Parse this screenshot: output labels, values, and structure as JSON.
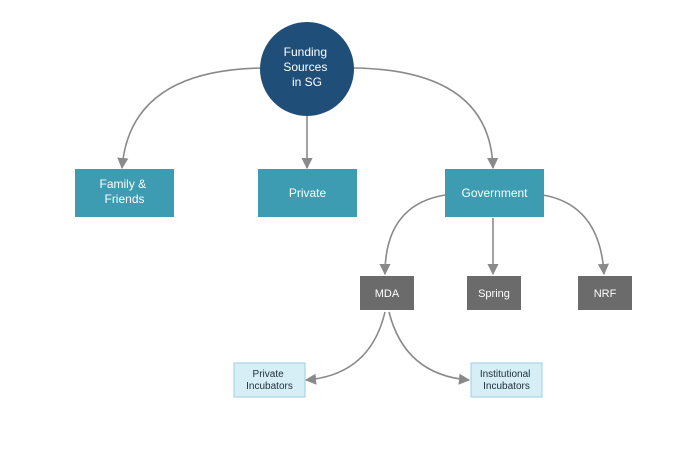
{
  "diagram": {
    "root": {
      "lines": [
        "Funding",
        "Sources",
        "in SG"
      ],
      "fill": "#1f4e79"
    },
    "level1": [
      {
        "id": "family",
        "lines": [
          "Family &",
          "Friends"
        ]
      },
      {
        "id": "private",
        "lines": [
          "Private"
        ]
      },
      {
        "id": "government",
        "lines": [
          "Government"
        ]
      }
    ],
    "level2": [
      {
        "id": "mda",
        "lines": [
          "MDA"
        ]
      },
      {
        "id": "spring",
        "lines": [
          "Spring"
        ]
      },
      {
        "id": "nrf",
        "lines": [
          "NRF"
        ]
      }
    ],
    "level3": [
      {
        "id": "private-incubators",
        "lines": [
          "Private",
          "Incubators"
        ]
      },
      {
        "id": "institutional-incubators",
        "lines": [
          "Institutional",
          "Incubators"
        ]
      }
    ],
    "colors": {
      "root": "#1f4e79",
      "level1": "#3d9cb2",
      "level2": "#6b6b6b",
      "level3": "#d6eef6",
      "level3_border": "#9ccfe0",
      "connector": "#8a8a8a"
    }
  }
}
